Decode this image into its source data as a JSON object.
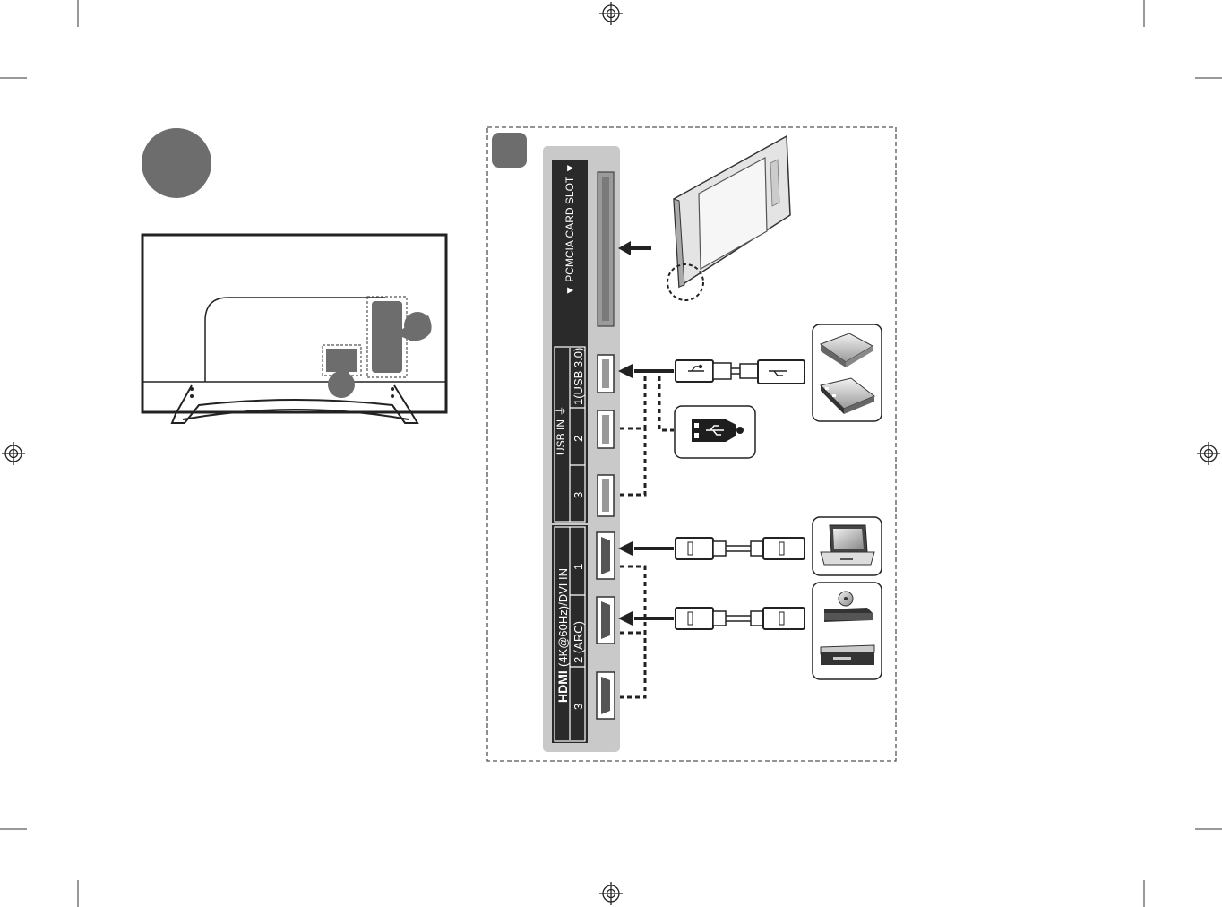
{
  "labels": {
    "pcmcia_slot": "▼ PCMCIA CARD SLOT ▼",
    "usb_in": "USB IN ⏚",
    "usb_port_1": "1(USB 3.0)",
    "usb_port_2": "2",
    "usb_port_3": "3",
    "hdmi_logo": "HDMI",
    "hdmi_group": "(4K@60Hz)/DVI IN",
    "hdmi_port_1": "1",
    "hdmi_port_2": "2 (ARC)",
    "hdmi_port_3": "3"
  },
  "colors": {
    "step_badge": "#6d6d6d",
    "panel_fill": "#c9c9c9",
    "label_strip": "#2a2a2a",
    "line": "#222222"
  },
  "icons": [
    "registration-mark-icon",
    "usb-flash-drive-icon",
    "external-hdd-icon",
    "usb-hub-icon",
    "laptop-icon",
    "dvd-player-icon",
    "set-top-box-icon",
    "ci-card-icon"
  ]
}
